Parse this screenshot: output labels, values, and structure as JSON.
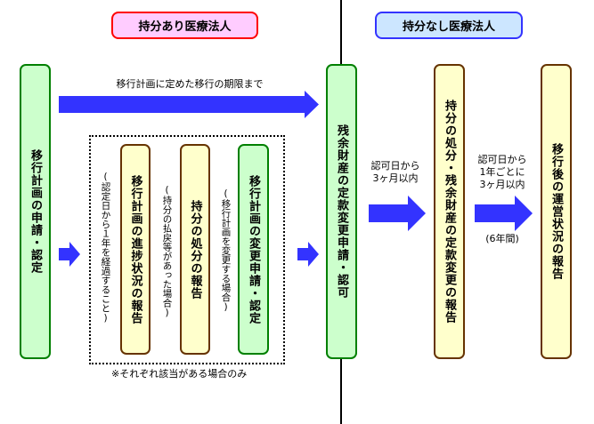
{
  "headers": {
    "with_equity": "持分あり医療法人",
    "without_equity": "持分なし医療法人"
  },
  "colors": {
    "arrow": "#3333ff",
    "green_fill": "#ccffcc",
    "green_border": "#008000",
    "yellow_fill": "#ffffcc",
    "yellow_border": "#663300",
    "pink_fill": "#ffccff",
    "pink_border": "#ff0000",
    "blue_fill": "#cce6ff",
    "blue_border": "#3333ff"
  },
  "boxes": {
    "plan_application": "移行計画の申請・認定",
    "progress_report": "移行計画の進捗状況の報告",
    "equity_disposal_report": "持分の処分の報告",
    "plan_change": "移行計画の変更申請・認定",
    "articles_change": "残余財産の定款変更申請・認可",
    "disposal_articles_report": "持分の処分・残余財産の定款変更の報告",
    "post_transition_report": "移行後の運営状況の報告"
  },
  "notes": {
    "progress_condition": "(認定日から１年を経過すること)",
    "disposal_condition": "(持分の払戻等があった場合)",
    "change_condition": "(移行計画を変更する場合)",
    "dotted_footnote": "※それぞれ該当がある場合のみ"
  },
  "arrows": {
    "top_label": "移行計画に定めた移行の期限まで",
    "after_approval_line1": "認可日から",
    "after_approval_line2": "3ヶ月以内",
    "annual_line1": "認可日から",
    "annual_line2": "1年ごとに",
    "annual_line3": "3ヶ月以内",
    "annual_period": "(6年間)"
  }
}
